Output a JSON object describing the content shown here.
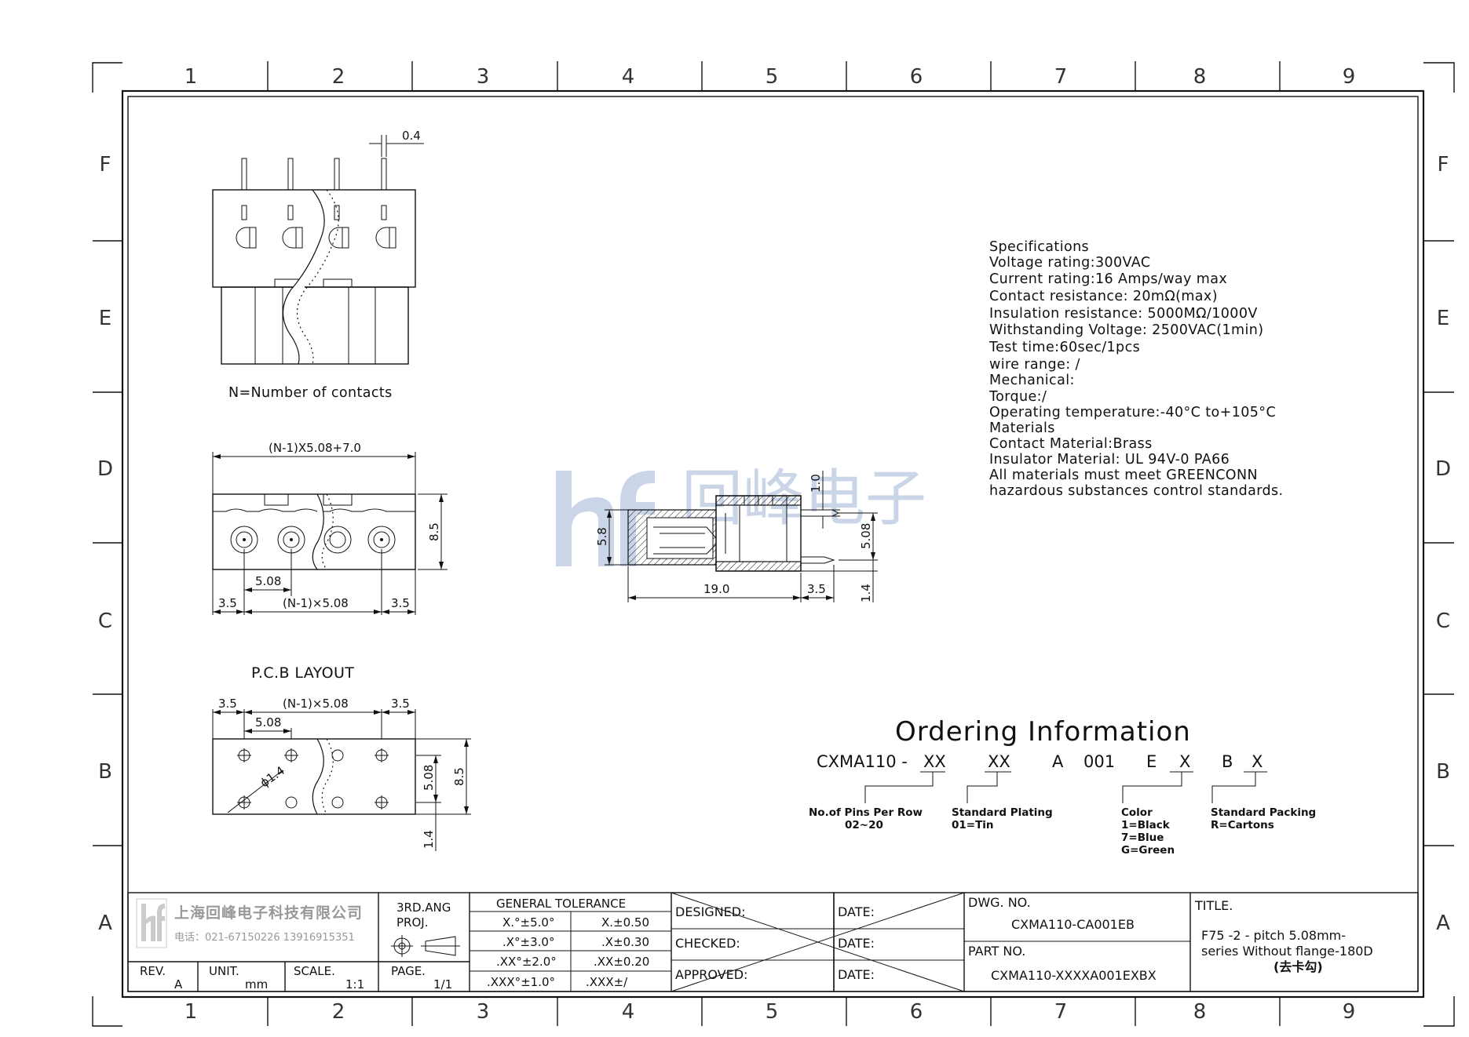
{
  "zones": {
    "columns": [
      "1",
      "2",
      "3",
      "4",
      "5",
      "6",
      "7",
      "8",
      "9"
    ],
    "rows": [
      "F",
      "E",
      "D",
      "C",
      "B",
      "A"
    ]
  },
  "watermark": {
    "logo": "hf",
    "text": "回峰电子",
    "color": "#9fb3d6"
  },
  "top_view": {
    "dim_pin": "0.4",
    "caption": "N=Number of contacts"
  },
  "front_view": {
    "dim_total": "(N-1)X5.08+7.0",
    "dim_height": "8.5",
    "dim_pitch": "5.08",
    "dim_left": "3.5",
    "dim_mid": "(N-1)×5.08",
    "dim_right": "3.5"
  },
  "pcb_layout": {
    "title": "P.C.B LAYOUT",
    "dim_left": "3.5",
    "dim_mid": "(N-1)×5.08",
    "dim_right": "3.5",
    "dim_pitch": "5.08",
    "dim_hole": "ϕ1.4",
    "dim_row": "5.08",
    "dim_height": "8.5",
    "dim_offset": "1.4"
  },
  "side_view": {
    "dim_height": "5.8",
    "dim_pin_top": "1.0",
    "dim_pin_row": "5.08",
    "dim_pin_off": "1.4",
    "dim_length": "19.0",
    "dim_tail": "3.5"
  },
  "specifications": {
    "lines": [
      "Specifications",
      "Voltage rating:300VAC",
      "Current rating:16 Amps/way max",
      "Contact resistance: 20mΩ(max)",
      "Insulation resistance: 5000MΩ/1000V",
      "Withstanding Voltage: 2500VAC(1min)",
      "Test time:60sec/1pcs",
      "wire range: /",
      "Mechanical:",
      "Torque:/",
      "Operating temperature:-40°C to+105°C",
      "Materials",
      "Contact Material:Brass",
      "Insulator Material: UL 94V-0 PA66",
      "All materials must meet GREENCONN",
      "hazardous substances control standards."
    ]
  },
  "ordering": {
    "title": "Ordering Information",
    "base": "CXMA110 -",
    "seg_xx1": "XX",
    "seg_xx2": "XX",
    "seg_a": "A",
    "seg_001": "001",
    "seg_e": "E",
    "seg_x1": "X",
    "seg_b": "B",
    "seg_x2": "X",
    "pins_label": "No.of Pins Per Row",
    "pins_range": "02~20",
    "plating_label": "Standard Plating",
    "plating_value": "01=Tin",
    "color_label": "Color",
    "color_options": [
      "1=Black",
      "7=Blue",
      "G=Green"
    ],
    "packing_label": "Standard Packing",
    "packing_value": "R=Cartons"
  },
  "title_block": {
    "company": "上海回峰电子科技有限公司",
    "phone": "电话：021-67150226 13916915351",
    "rev_label": "REV.",
    "rev_value": "A",
    "unit_label": "UNIT.",
    "unit_value": "mm",
    "scale_label": "SCALE.",
    "scale_value": "1:1",
    "projection_label_1": "3RD.ANG",
    "projection_label_2": "PROJ.",
    "page_label": "PAGE.",
    "page_value": "1/1",
    "tolerance_title": "GENERAL TOLERANCE",
    "tolerances": [
      [
        "X.°±5.0°",
        "X.±0.50"
      ],
      [
        ".X°±3.0°",
        ".X±0.30"
      ],
      [
        ".XX°±2.0°",
        ".XX±0.20"
      ],
      [
        ".XXX°±1.0°",
        ".XXX±/"
      ]
    ],
    "designed_label": "DESIGNED:",
    "checked_label": "CHECKED:",
    "approved_label": "APPROVED:",
    "date_label": "DATE:",
    "dwg_no_label": "DWG. NO.",
    "dwg_no_value": "CXMA110-CA001EB",
    "part_no_label": "PART NO.",
    "part_no_value": "CXMA110-XXXXA001EXBX",
    "title_label": "TITLE.",
    "title_line1": "F75 -2 - pitch 5.08mm-",
    "title_line2": "series Without flange-180D",
    "title_line3": "(去卡勾)"
  }
}
